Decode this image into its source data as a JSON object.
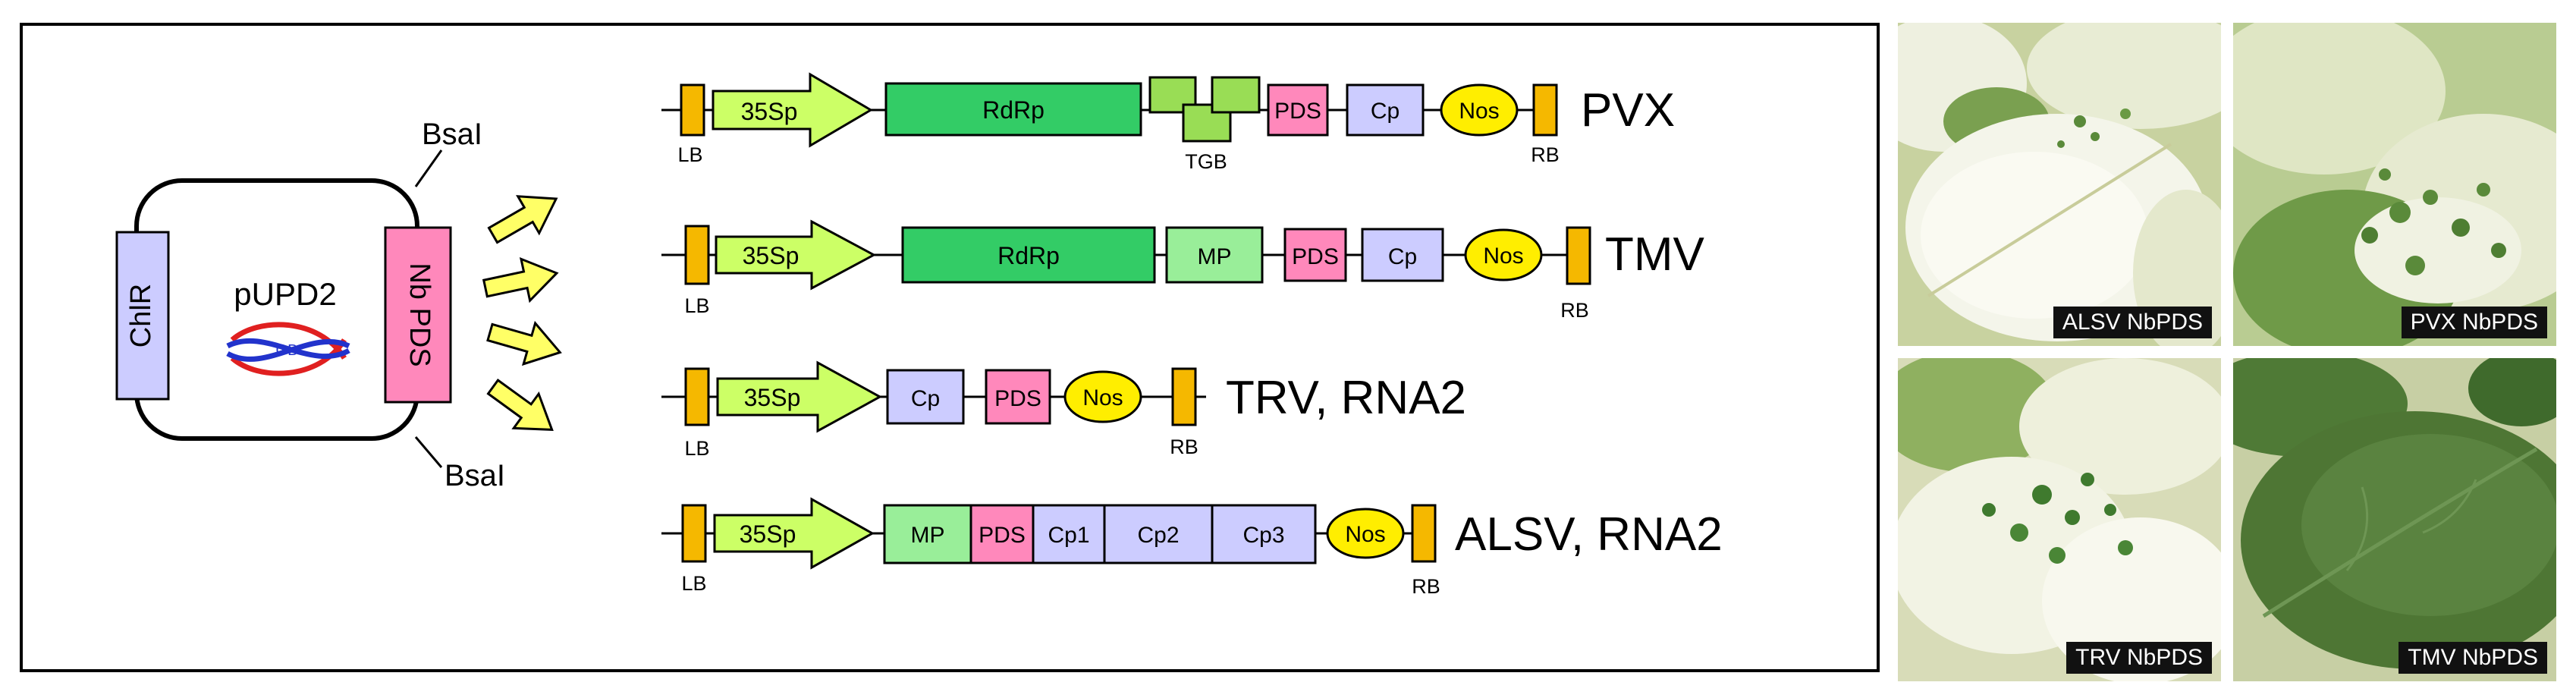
{
  "plasmid": {
    "name": "pUPD2",
    "marker": "ChlR",
    "insert": "Nb PDS",
    "site_top": "BsaI",
    "site_bottom": "BsaI",
    "logo_text": "GB"
  },
  "constructs": [
    {
      "virus": "PVX",
      "parts": {
        "lb": "LB",
        "promoter": "35Sp",
        "rdrp": "RdRp",
        "tgb": "TGB",
        "pds": "PDS",
        "cp": "Cp",
        "nos": "Nos",
        "rb": "RB"
      }
    },
    {
      "virus": "TMV",
      "parts": {
        "lb": "LB",
        "promoter": "35Sp",
        "rdrp": "RdRp",
        "mp": "MP",
        "pds": "PDS",
        "cp": "Cp",
        "nos": "Nos",
        "rb": "RB"
      }
    },
    {
      "virus": "TRV, RNA2",
      "parts": {
        "lb": "LB",
        "promoter": "35Sp",
        "cp": "Cp",
        "pds": "PDS",
        "nos": "Nos",
        "rb": "RB"
      }
    },
    {
      "virus": "ALSV, RNA2",
      "parts": {
        "lb": "LB",
        "promoter": "35Sp",
        "mp": "MP",
        "pds": "PDS",
        "cp1": "Cp1",
        "cp2": "Cp2",
        "cp3": "Cp3",
        "nos": "Nos",
        "rb": "RB"
      }
    }
  ],
  "photos": [
    {
      "label": "ALSV NbPDS"
    },
    {
      "label": "PVX NbPDS"
    },
    {
      "label": "TRV NbPDS"
    },
    {
      "label": "TMV NbPDS"
    }
  ],
  "colors": {
    "lb_rb": "#f5b800",
    "promoter": "#ccff66",
    "rdrp": "#33cc66",
    "mp": "#99ee99",
    "tgb": "#99dd55",
    "pds": "#ff88bb",
    "cp": "#ccccff",
    "nos": "#ffee00",
    "marker": "#ccccff",
    "insert": "#ff88bb",
    "arrow": "#ffff66"
  }
}
